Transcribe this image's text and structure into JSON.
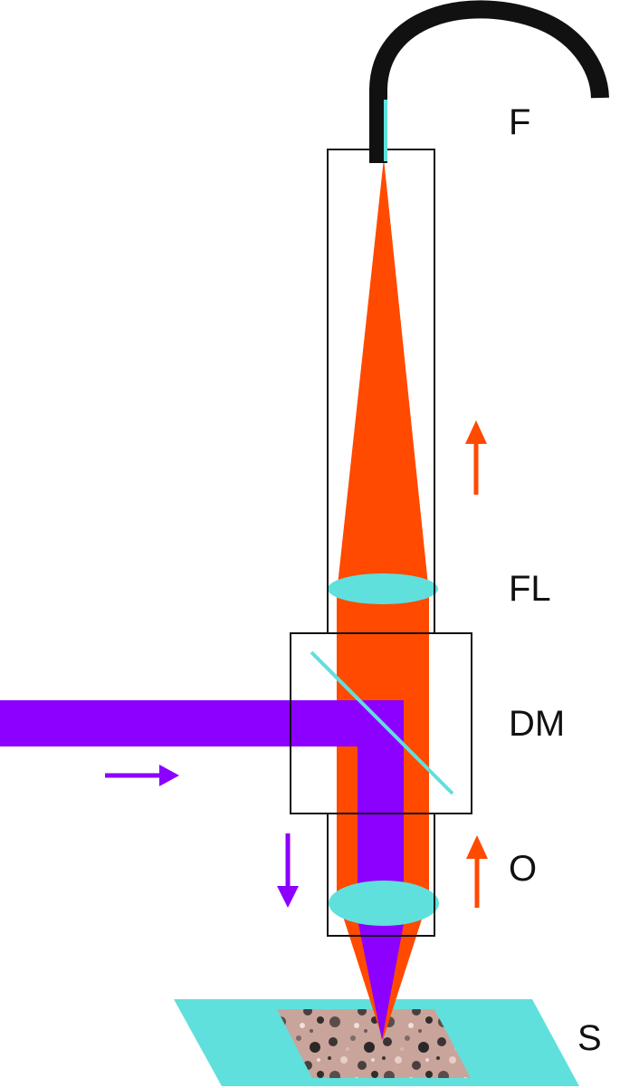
{
  "labels": {
    "fiber": "F",
    "focusing_lens": "FL",
    "dichroic_mirror": "DM",
    "objective": "O",
    "sample": "S"
  },
  "colors": {
    "excitation_beam": "#8B00FF",
    "emission_beam": "#FF4A00",
    "optics": "#5FE0DC",
    "fiber": "#111111",
    "housing_outline": "#111111",
    "sample_texture_base": "#C9A49A"
  },
  "arrows": {
    "excitation_in": "right-arrow-icon",
    "excitation_down": "down-arrow-icon",
    "emission_up_upper": "up-arrow-icon",
    "emission_up_lower": "up-arrow-icon"
  }
}
